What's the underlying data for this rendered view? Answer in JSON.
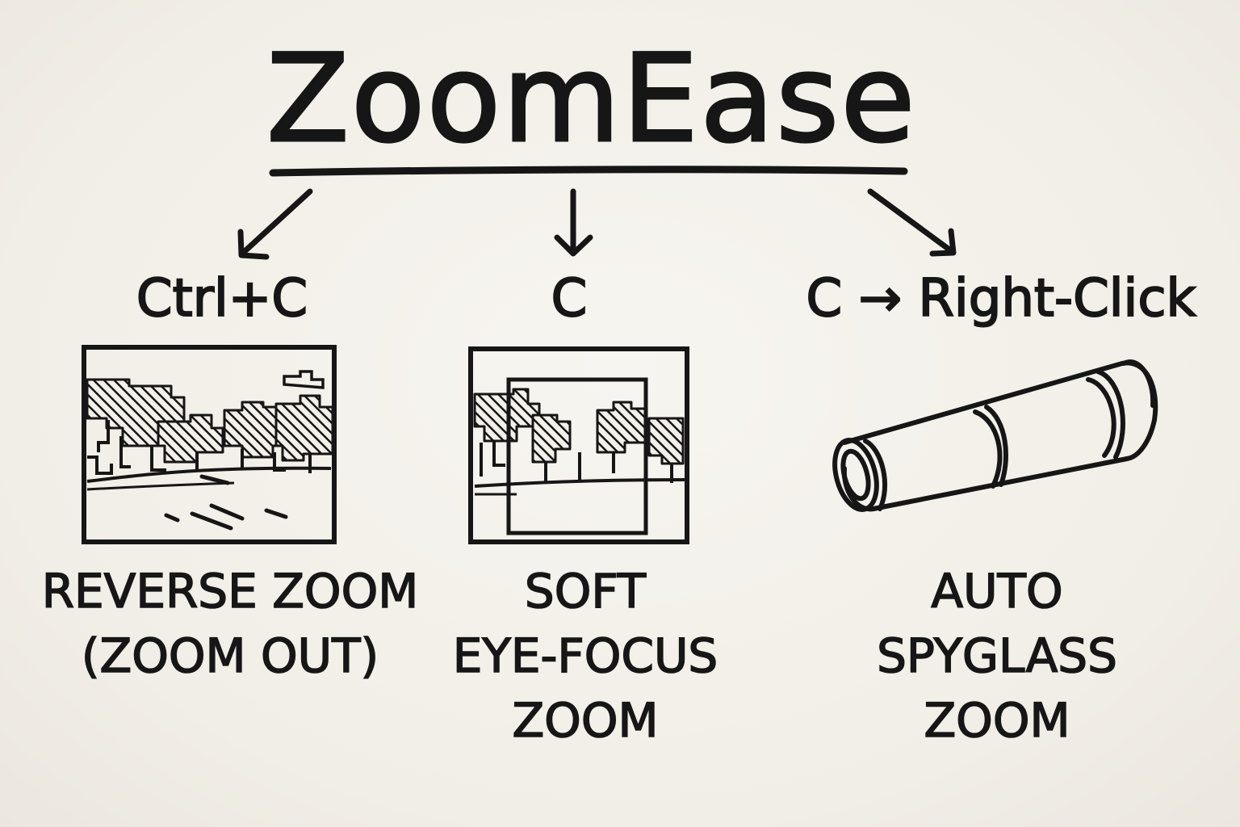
{
  "title": "ZoomEase",
  "branches": [
    {
      "shortcut": "Ctrl+C",
      "label_lines": [
        "REVERSE ZOOM",
        "(ZOOM OUT)"
      ],
      "icon": "landscape-picture-icon"
    },
    {
      "shortcut": "C",
      "label_lines": [
        "SOFT",
        "EYE-FOCUS",
        "ZOOM"
      ],
      "icon": "focus-frame-icon"
    },
    {
      "shortcut": "C → Right-Click",
      "label_lines": [
        "AUTO",
        "SPYGLASS",
        "ZOOM"
      ],
      "icon": "spyglass-icon"
    }
  ],
  "colors": {
    "ink": "#161616",
    "board": "#f3f0ea"
  }
}
